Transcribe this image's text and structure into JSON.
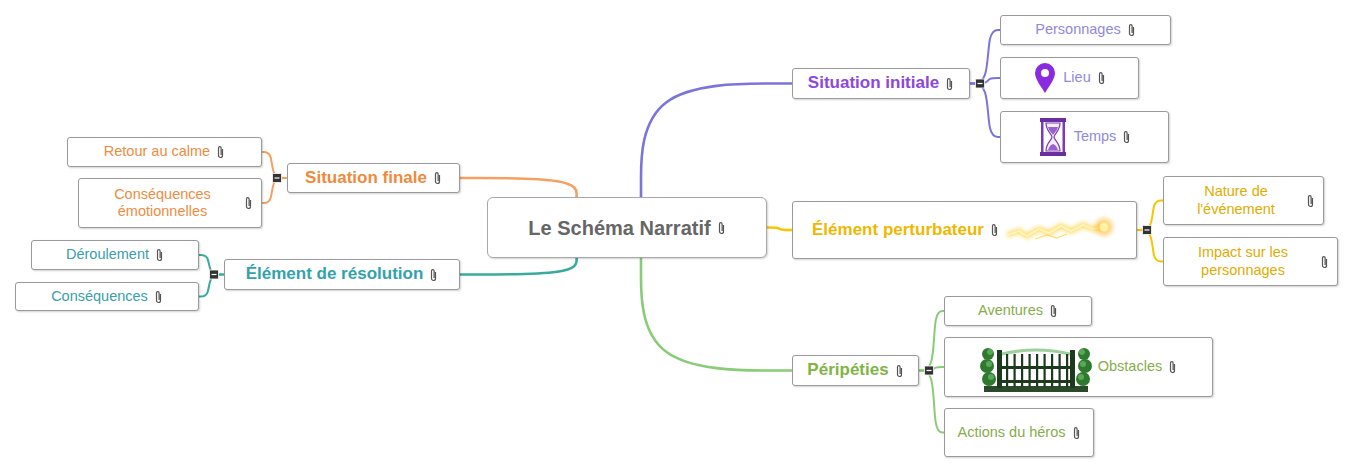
{
  "diagram": {
    "nodes": [
      {
        "text": [
          "Le Schéma Narratif"
        ]
      },
      {
        "text": [
          "Situation initiale"
        ]
      },
      {
        "text": [
          "Personnages"
        ]
      },
      {
        "text": [
          "Lieu"
        ]
      },
      {
        "text": [
          "Temps"
        ]
      },
      {
        "text": [
          "Élément perturbateur"
        ]
      },
      {
        "text": [
          "Nature de l'événement"
        ]
      },
      {
        "text": [
          "Impact sur les personnages"
        ]
      },
      {
        "text": [
          "Péripéties"
        ]
      },
      {
        "text": [
          "Aventures"
        ]
      },
      {
        "text": [
          "Obstacles"
        ]
      },
      {
        "text": [
          "Actions du héros"
        ]
      },
      {
        "text": [
          "Élément de résolution"
        ]
      },
      {
        "text": [
          "Déroulement"
        ]
      },
      {
        "text": [
          "Conséquences"
        ]
      },
      {
        "text": [
          "Situation finale"
        ]
      },
      {
        "text": [
          "Retour au calme"
        ]
      },
      {
        "text": [
          "Conséquences émotionnelles"
        ]
      }
    ],
    "edges": [
      {
        "from": 0,
        "to": 1,
        "arrow": "none"
      },
      {
        "from": 1,
        "to": 2,
        "arrow": "none"
      },
      {
        "from": 1,
        "to": 3,
        "arrow": "none"
      },
      {
        "from": 1,
        "to": 4,
        "arrow": "none"
      },
      {
        "from": 0,
        "to": 5,
        "arrow": "none"
      },
      {
        "from": 5,
        "to": 6,
        "arrow": "none"
      },
      {
        "from": 5,
        "to": 7,
        "arrow": "none"
      },
      {
        "from": 0,
        "to": 8,
        "arrow": "none"
      },
      {
        "from": 8,
        "to": 9,
        "arrow": "none"
      },
      {
        "from": 8,
        "to": 10,
        "arrow": "none"
      },
      {
        "from": 8,
        "to": 11,
        "arrow": "none"
      },
      {
        "from": 0,
        "to": 12,
        "arrow": "none"
      },
      {
        "from": 12,
        "to": 13,
        "arrow": "none"
      },
      {
        "from": 12,
        "to": 14,
        "arrow": "none"
      },
      {
        "from": 0,
        "to": 15,
        "arrow": "none"
      },
      {
        "from": 15,
        "to": 16,
        "arrow": "none"
      },
      {
        "from": 15,
        "to": 17,
        "arrow": "none"
      }
    ]
  }
}
